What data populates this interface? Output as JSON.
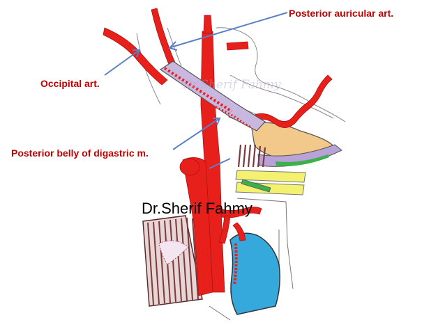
{
  "labels": {
    "posterior_auricular": "Posterior auricular art.",
    "occipital": "Occipital art.",
    "posterior_belly_digastric": "Posterior belly of digastric m."
  },
  "credit": "Dr.Sherif Fahmy",
  "watermark": "Dr.Sherif Fahmy",
  "colors": {
    "label_text": "#c00000",
    "credit_text": "#000000",
    "artery": "#e8201c",
    "muscle_band": "#c8b8e0",
    "pointer_line": "#5b7fc4",
    "gland_blue": "#35a8dc",
    "muscle_brown": "#7a3a3a",
    "bone_tan": "#f2c98a",
    "outline": "#555555",
    "yellow": "#f4f070",
    "green": "#3cb04a"
  }
}
